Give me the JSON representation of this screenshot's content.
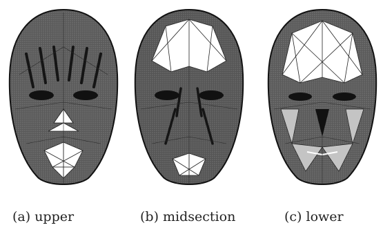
{
  "figure": {
    "panels": [
      {
        "id": "a",
        "caption": "(a)  upper",
        "highlight": "upper"
      },
      {
        "id": "b",
        "caption": "(b)  midsection",
        "highlight": "midsection"
      },
      {
        "id": "c",
        "caption": "(c)  lower",
        "highlight": "lower"
      }
    ],
    "colors": {
      "mesh_dark": "#4a4a4a",
      "mesh_mid": "#7a7a7a",
      "mesh_light": "#a8a8a8",
      "region_white": "#ffffff",
      "edge": "#1a1a1a",
      "feature_black": "#111111"
    }
  }
}
